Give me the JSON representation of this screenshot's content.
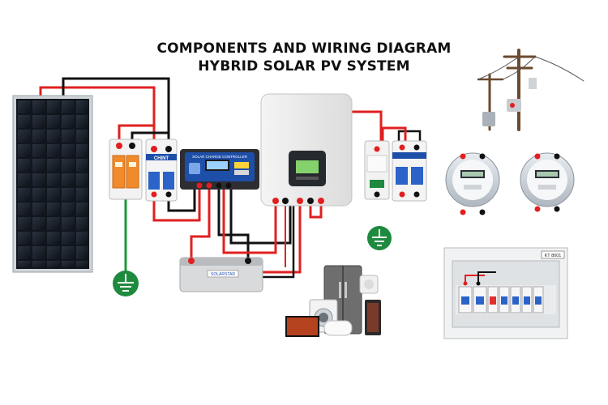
{
  "diagram": {
    "title_line1": "COMPONENTS AND WIRING DIAGRAM",
    "title_line2": "HYBRID SOLAR PV SYSTEM",
    "controller_label": "SOLAR CHARGE CONTROLLER",
    "breaker_brand": "CHINT",
    "battery_brand": "SOLARSTAR",
    "panel_badge": "KT 8001"
  },
  "colors": {
    "positive_wire": "#e02020",
    "negative_wire": "#111111",
    "ground_wire": "#1a9a3a",
    "ground_symbol": "#1e8a3e",
    "surge_protector": "#f08a2a",
    "controller": "#1e4fa8"
  },
  "icons": [
    "solar-panel-icon",
    "surge-protector-icon",
    "dc-breaker-icon",
    "charge-controller-icon",
    "inverter-icon",
    "battery-icon",
    "ac-breaker-icon",
    "utility-pole-icon",
    "energy-meter-icon",
    "distribution-board-icon",
    "appliances-icon",
    "ground-icon"
  ]
}
